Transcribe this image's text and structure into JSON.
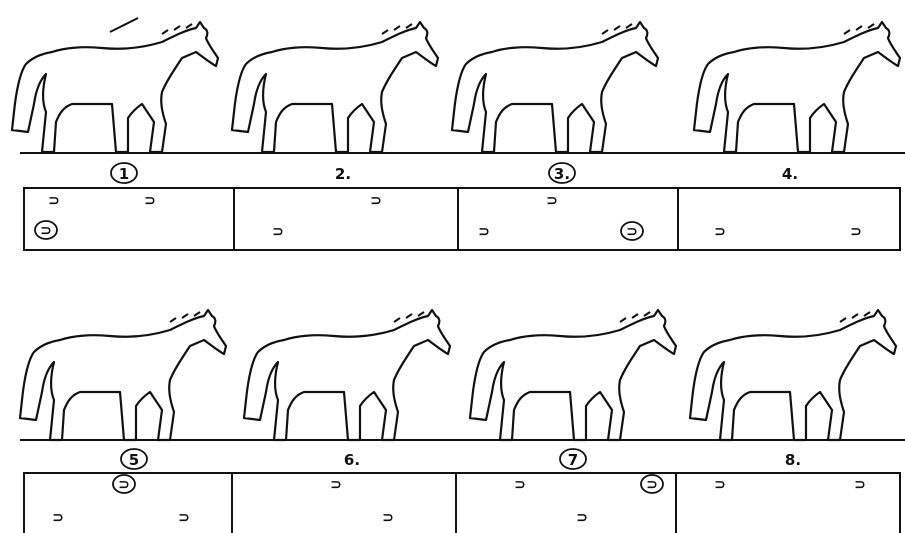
{
  "frames": [
    {
      "label": "1",
      "circled": true
    },
    {
      "label": "2.",
      "circled": false
    },
    {
      "label": "3.",
      "circled": true
    },
    {
      "label": "4.",
      "circled": false
    },
    {
      "label": "5",
      "circled": true
    },
    {
      "label": "6.",
      "circled": false
    },
    {
      "label": "7",
      "circled": true
    },
    {
      "label": "8.",
      "circled": false
    }
  ],
  "hoof_mark": "⊃",
  "icons": [
    "horse-outline-icon",
    "hoofprint-icon"
  ]
}
